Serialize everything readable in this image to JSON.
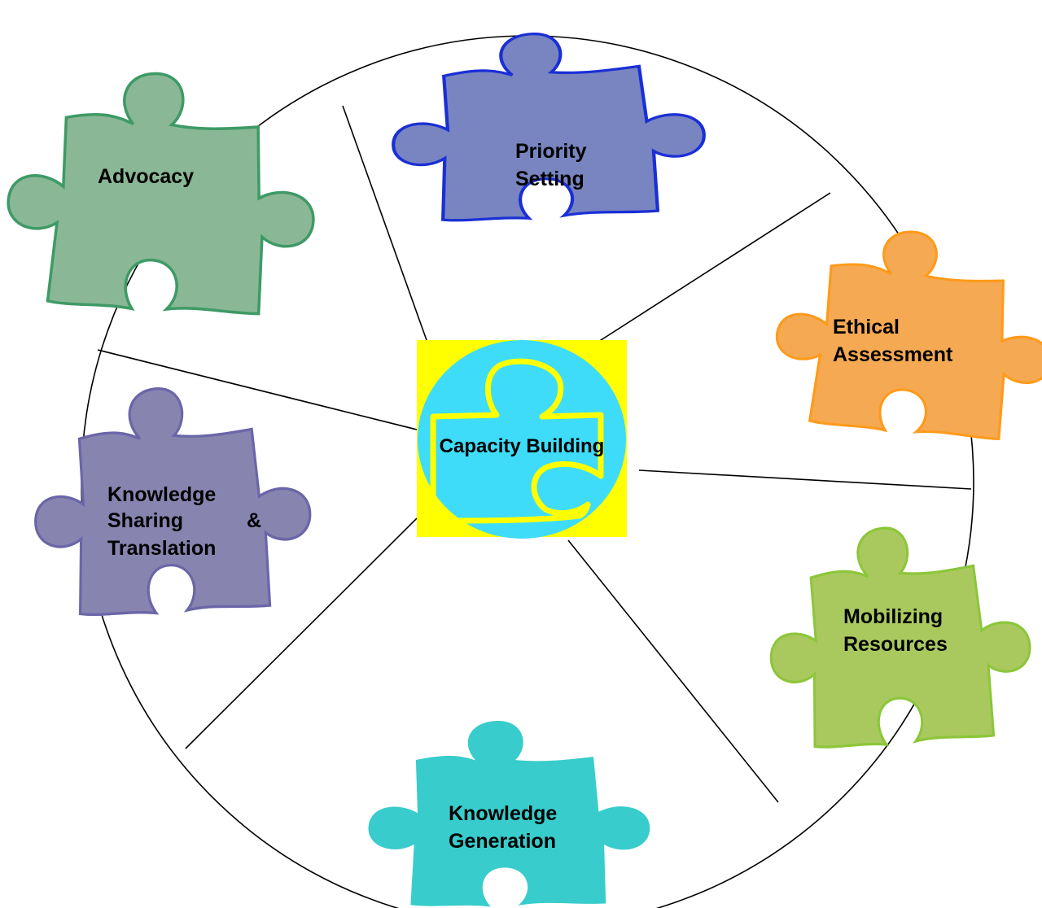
{
  "center": {
    "label": "Capacity Building",
    "background_color": "#FFFF00",
    "circle_color": "#3EDCF8",
    "outline_color": "#FFFF00"
  },
  "ring": {
    "stroke_color": "#000000"
  },
  "pieces": [
    {
      "id": "advocacy",
      "lines": [
        "Advocacy"
      ],
      "fill": "#8AB896",
      "stroke": "#3E9A66"
    },
    {
      "id": "priority-setting",
      "lines": [
        "Priority",
        "Setting"
      ],
      "fill": "#7885C0",
      "stroke": "#1A2FD6"
    },
    {
      "id": "ethical-assessment",
      "lines": [
        "Ethical",
        "Assessment"
      ],
      "fill": "#F5A952",
      "stroke": "#FF9A1A"
    },
    {
      "id": "mobilizing-resources",
      "lines": [
        "Mobilizing",
        "Resources"
      ],
      "fill": "#A9C95F",
      "stroke": "#8CC63A"
    },
    {
      "id": "knowledge-generation",
      "lines": [
        "Knowledge",
        "Generation"
      ],
      "fill": "#38CCCC",
      "stroke": "#38CCCC"
    },
    {
      "id": "knowledge-sharing",
      "lines": [
        "Knowledge",
        "Sharing",
        "&",
        "Translation"
      ],
      "fill": "#8884B0",
      "stroke": "#6A66A8"
    }
  ]
}
